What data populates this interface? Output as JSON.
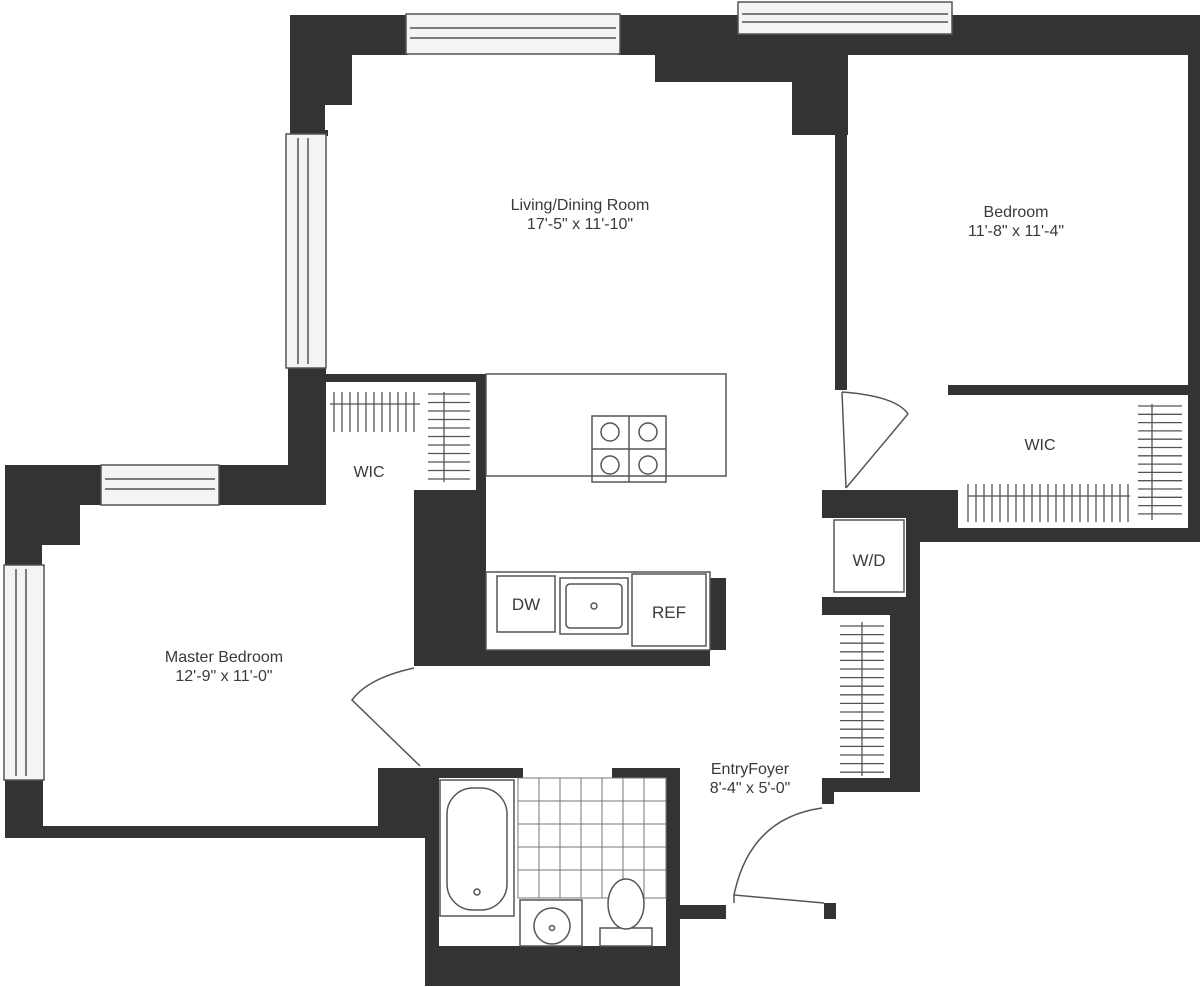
{
  "rooms": {
    "living": {
      "name": "Living/Dining Room",
      "dims": "17'-5\" x 11'-10\""
    },
    "bedroom": {
      "name": "Bedroom",
      "dims": "11'-8\" x 11'-4\""
    },
    "master": {
      "name": "Master Bedroom",
      "dims": "12'-9\" x 11'-0\""
    },
    "foyer": {
      "name": "EntryFoyer",
      "dims": "8'-4\" x 5'-0\""
    },
    "wic_left": {
      "name": "WIC"
    },
    "wic_right": {
      "name": "WIC"
    }
  },
  "fixtures": {
    "dishwasher": "DW",
    "refrigerator": "REF",
    "washer_dryer": "W/D"
  },
  "colors": {
    "wall": "#333333",
    "line": "#555555",
    "window_fill": "#f4f4f4",
    "background": "#ffffff"
  }
}
